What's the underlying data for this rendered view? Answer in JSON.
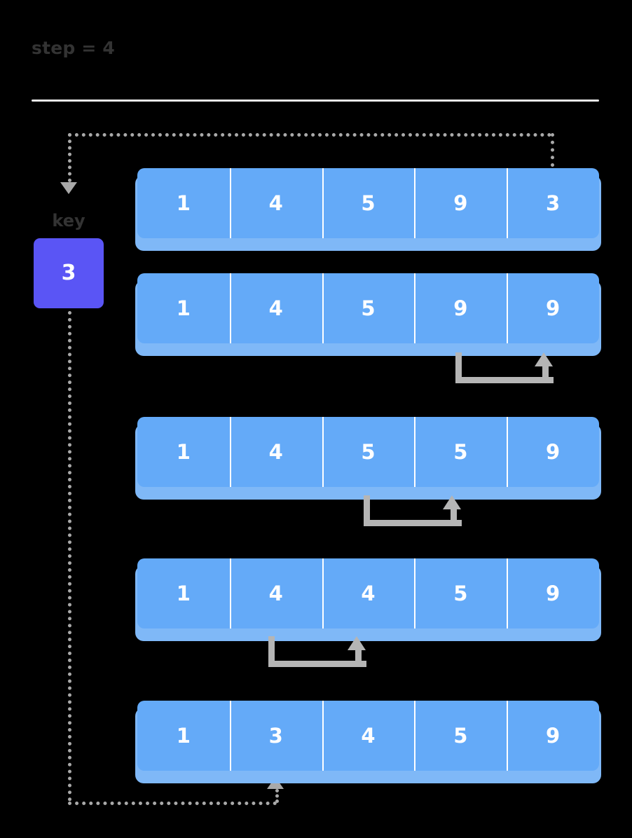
{
  "header": {
    "title": "step = 4"
  },
  "key": {
    "label": "key",
    "value": "3",
    "color": "#5a55f5"
  },
  "palette": {
    "cell": "#64aaf8",
    "cell_shadow": "#7fb8f7",
    "bracket": "#b5b5b5",
    "dotted": "#a9a9a9",
    "text_dark": "#333333",
    "rule": "#e9e9e9",
    "background": "#000000"
  },
  "chart_data": {
    "type": "table",
    "title": "step = 4",
    "algorithm": "insertion-sort",
    "key_value": 3,
    "rows": [
      {
        "values": [
          "1",
          "4",
          "5",
          "9",
          "3"
        ],
        "shift": null
      },
      {
        "values": [
          "1",
          "4",
          "5",
          "9",
          "9"
        ],
        "shift": {
          "from": 3,
          "to": 4
        }
      },
      {
        "values": [
          "1",
          "4",
          "5",
          "5",
          "9"
        ],
        "shift": {
          "from": 2,
          "to": 3
        }
      },
      {
        "values": [
          "1",
          "4",
          "4",
          "5",
          "9"
        ],
        "shift": {
          "from": 1,
          "to": 2
        }
      },
      {
        "values": [
          "1",
          "3",
          "4",
          "5",
          "9"
        ],
        "shift": null
      }
    ],
    "insert_index": 1,
    "pick_index": 4
  }
}
